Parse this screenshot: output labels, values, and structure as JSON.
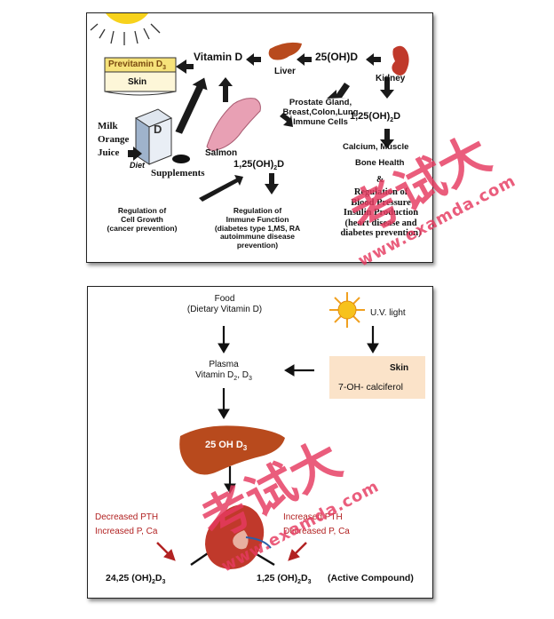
{
  "top": {
    "previtamin": "Previtamin D",
    "previtamin_sub": "3",
    "skin": "Skin",
    "vitamin_d": "Vitamin D",
    "liver": "Liver",
    "ohd25": "25(OH)D",
    "kidney": "Kidney",
    "milk": "Milk",
    "orange": "Orange",
    "juice": "Juice",
    "diet": "Diet",
    "carton_d": "D",
    "salmon": "Salmon",
    "supplements": "Supplements",
    "targets": [
      "Prostate Gland,",
      "Breast,Colon,Lung",
      "Immune Cells"
    ],
    "ohd125_right": "1,25(OH)",
    "ohd125_center": "1,25(OH)",
    "ohd_sub": "2",
    "ohd_tail": "D",
    "calcium": "Calcium, Muscle",
    "bone": "Bone Health",
    "amp": "&",
    "regulation": [
      "Regulation of",
      "Blood Pressure",
      "Insulin Production",
      "(heart disease and",
      "diabetes prevention)"
    ],
    "cell_growth": [
      "Regulation of",
      "Cell Growth",
      "(cancer prevention)"
    ],
    "immune": [
      "Regulation of",
      "Immune Function",
      "(diabetes type 1,MS, RA",
      "autoimmune disease",
      "prevention)"
    ]
  },
  "bottom": {
    "food": "Food",
    "dietary": "(Dietary Vitamin D)",
    "uv": "U.V. light",
    "plasma": "Plasma",
    "plasma_vit": "Vitamin D",
    "plasma_sub2": "2",
    "plasma_sep": ", D",
    "plasma_sub3": "3",
    "skin": "Skin",
    "calciferol": "7-OH- calciferol",
    "liver_label": "25 OH D",
    "liver_sub": "3",
    "decreased_pth": "Decreased PTH",
    "increased_pca": "Increased P, Ca",
    "increased_pth": "Increased PTH",
    "decreased_pca": "Decreased P, Ca",
    "left_compound": "24,25 (OH)",
    "left_sub2": "2",
    "left_D": "D",
    "left_sub3": "3",
    "right_compound": "1,25  (OH)",
    "right_sub2": "2",
    "right_D": "D",
    "right_sub3": "3",
    "active": "(Active Compound)"
  },
  "watermark": {
    "chars": "考试大",
    "url1": "www.examda.com",
    "url2": "www.examda.com"
  },
  "colors": {
    "sun": "#f7d21c",
    "liver": "#b84a1d",
    "kidney": "#c0392b",
    "salmon": "#e8a0b4",
    "skin_box": "#fbe3c9",
    "watermark": "#e63a60",
    "arrow": "#1a1a1a",
    "red_arrow": "#b22222"
  }
}
